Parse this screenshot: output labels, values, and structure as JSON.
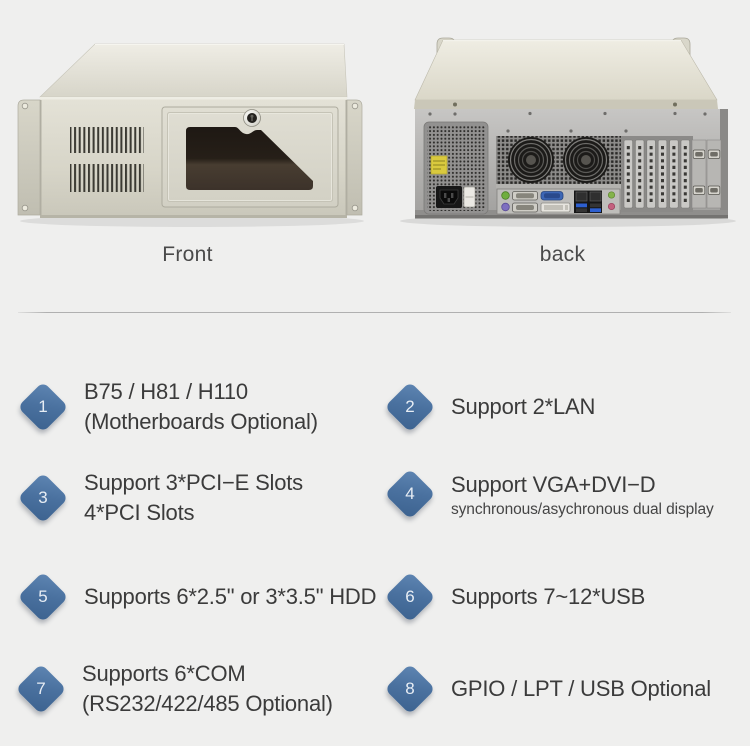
{
  "page": {
    "background_color": "#efefee",
    "divider_color": "#b0b0b0"
  },
  "colors": {
    "badge_blue": "#4a719f",
    "badge_number": "#e7edf4",
    "feature_text": "#3b3b3b",
    "view_label_gray": "#4a4a4a",
    "chassis_beige": "#dcdacd",
    "rear_panel_silver": "#b4b3b1"
  },
  "views": [
    {
      "label": "Front"
    },
    {
      "label": "back"
    }
  ],
  "features": [
    {
      "number": "1",
      "lines": [
        "B75 / H81 / H110",
        "(Motherboards Optional)"
      ]
    },
    {
      "number": "2",
      "lines": [
        "Support 2*LAN"
      ]
    },
    {
      "number": "3",
      "lines": [
        "Support 3*PCI−E Slots",
        "4*PCI Slots"
      ]
    },
    {
      "number": "4",
      "lines": [
        "Support VGA+DVI−D"
      ],
      "subline": "synchronous/asychronous dual display"
    },
    {
      "number": "5",
      "lines": [
        "Supports 6*2.5\" or 3*3.5\" HDD"
      ]
    },
    {
      "number": "6",
      "lines": [
        "Supports 7~12*USB"
      ]
    },
    {
      "number": "7",
      "lines": [
        "Supports 6*COM",
        "(RS232/422/485 Optional)"
      ]
    },
    {
      "number": "8",
      "lines": [
        "GPIO / LPT / USB Optional"
      ]
    }
  ]
}
